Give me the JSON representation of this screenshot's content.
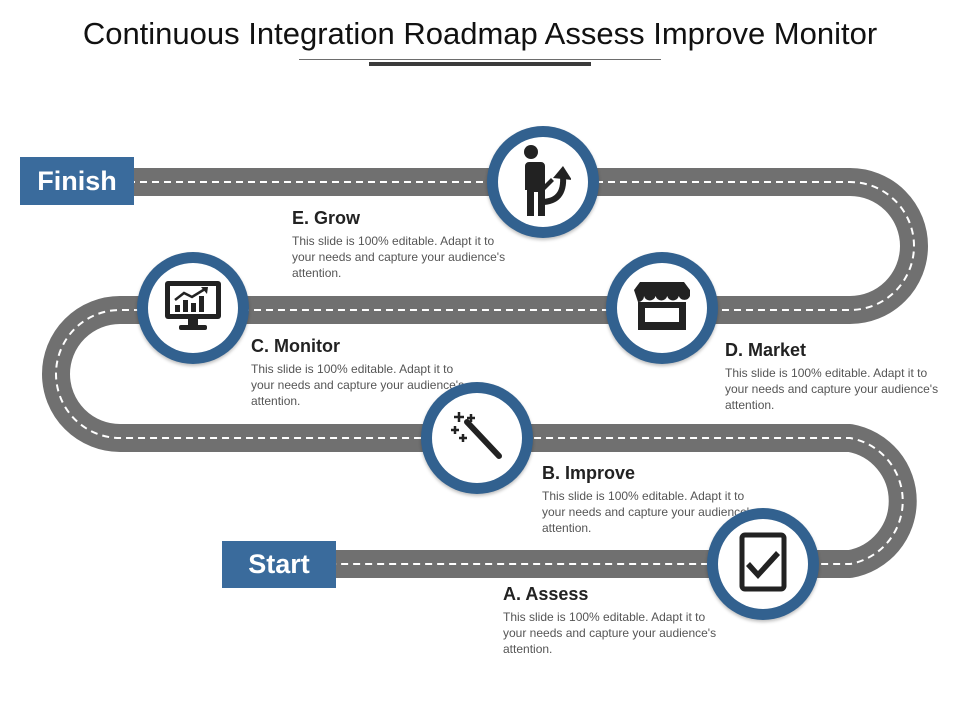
{
  "title": "Continuous Integration Roadmap Assess Improve Monitor",
  "finish_label": "Finish",
  "start_label": "Start",
  "colors": {
    "road": "#707070",
    "accent": "#3a6b9c",
    "badge_ring": "#32618f"
  },
  "steps": [
    {
      "letter": "A.",
      "name": "Assess",
      "icon": "checkbox-icon",
      "text": "This slide is 100% editable. Adapt it to your needs and capture your audience's attention."
    },
    {
      "letter": "B.",
      "name": "Improve",
      "icon": "magic-wand-icon",
      "text": "This slide is 100% editable. Adapt it to your needs and capture your audience's attention."
    },
    {
      "letter": "C.",
      "name": "Monitor",
      "icon": "monitor-chart-icon",
      "text": "This slide is 100% editable. Adapt it to your needs and capture your audience's attention."
    },
    {
      "letter": "D.",
      "name": "Market",
      "icon": "storefront-icon",
      "text": "This slide is 100% editable. Adapt it to your needs and capture your audience's attention."
    },
    {
      "letter": "E.",
      "name": "Grow",
      "icon": "person-growth-icon",
      "text": "This slide is 100% editable. Adapt it to your needs and capture your audience's attention."
    }
  ]
}
